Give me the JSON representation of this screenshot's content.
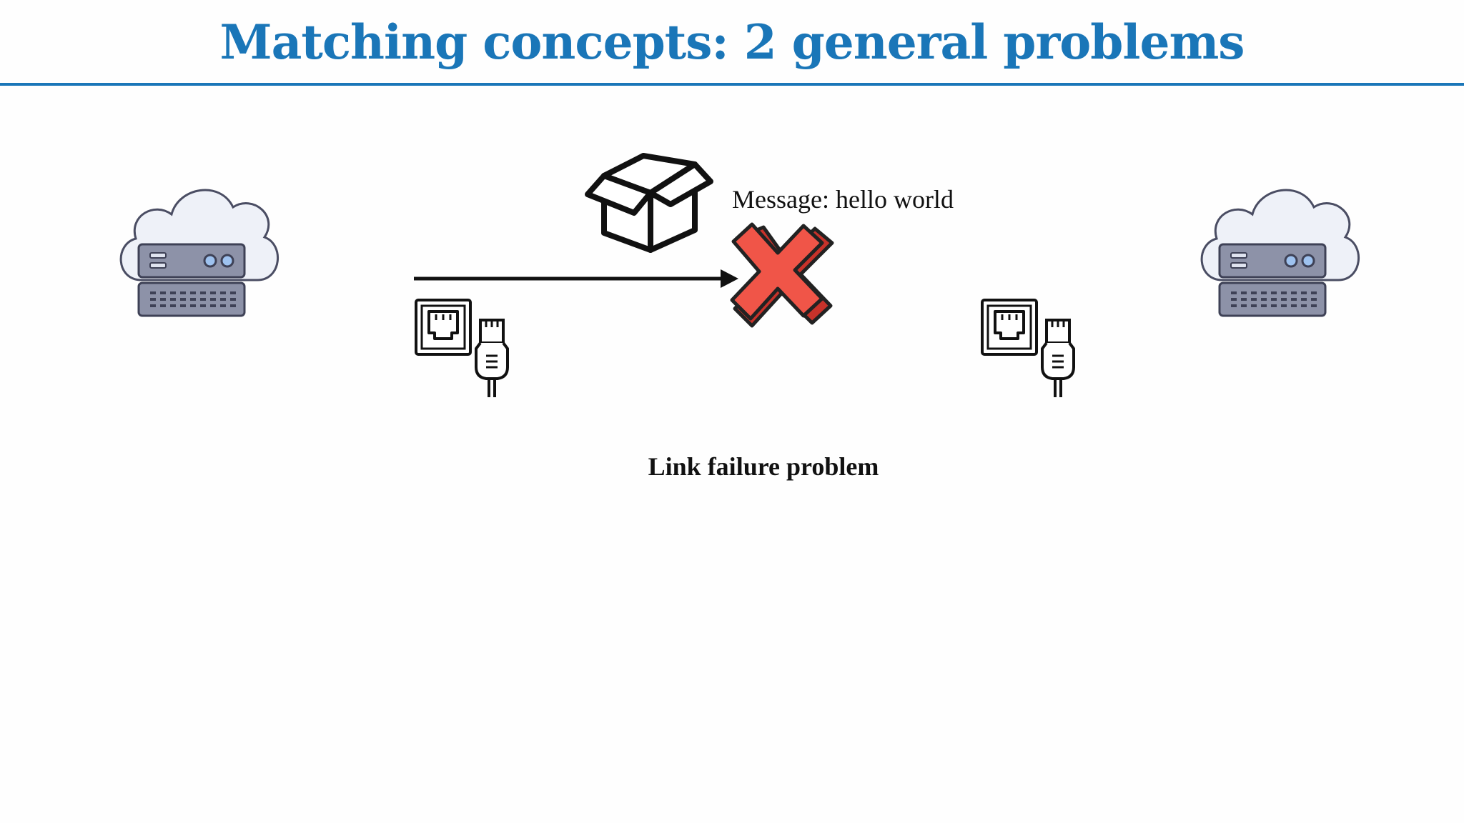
{
  "slide": {
    "title": "Matching concepts: 2 general problems",
    "message_label": "Message: hello world",
    "caption": "Link failure problem"
  },
  "icons": {
    "left_node": "cloud-server-icon",
    "right_node": "cloud-server-icon",
    "packet": "open-box-icon",
    "failure": "red-x-icon",
    "left_port": "ethernet-port-plug-icon",
    "right_port": "ethernet-port-plug-icon"
  },
  "colors": {
    "title": "#1a76b8",
    "failure_x": "#f05548",
    "failure_x_shadow": "#c8322a",
    "server_body": "#8d92a8",
    "cloud_fill": "#eef1f8"
  }
}
